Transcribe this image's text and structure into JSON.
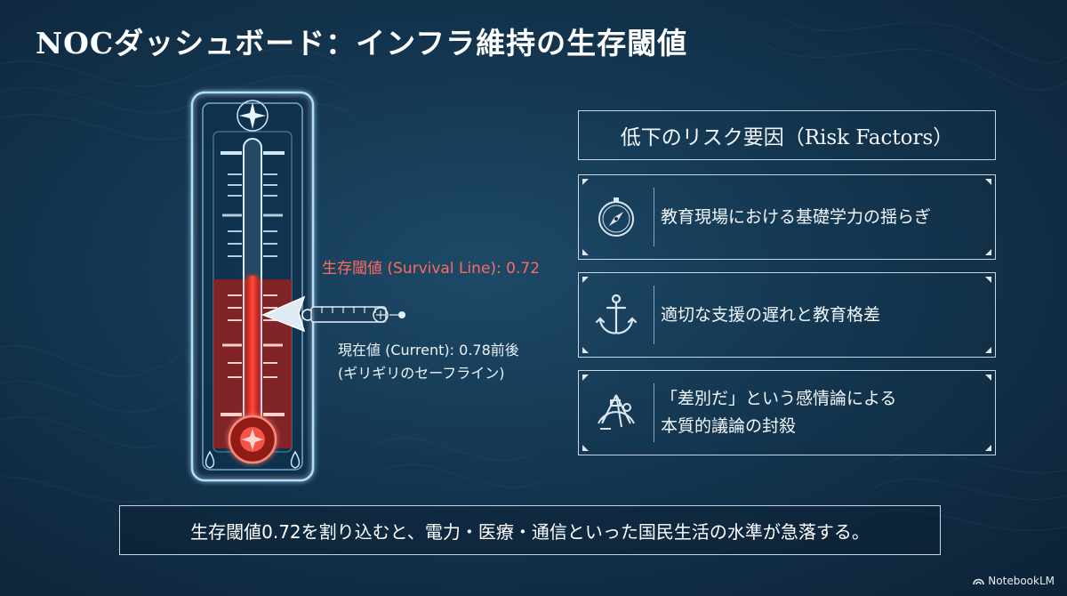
{
  "title": "NOCダッシュボード：インフラ維持の生存閾値",
  "thermometer": {
    "survival_label": "生存閾値 (Survival Line): 0.72",
    "survival_threshold": 0.72,
    "current_label_line1": "現在値 (Current): 0.78前後",
    "current_label_line2": "(ギリギリのセーフライン)",
    "current_value": 0.78
  },
  "risk_panel": {
    "header": "低下のリスク要因（Risk Factors）",
    "items": [
      {
        "icon": "compass-icon",
        "text": "教育現場における基礎学力の揺らぎ"
      },
      {
        "icon": "anchor-icon",
        "text": "適切な支援の遅れと教育格差"
      },
      {
        "icon": "sextant-icon",
        "text": "「差別だ」という感情論による\n本質的議論の封殺"
      }
    ]
  },
  "bottom_banner": "生存閾値0.72を割り込むと、電力・医療・通信といった国民生活の水準が急落する。",
  "brand": "NotebookLM",
  "colors": {
    "background": "#143650",
    "accent_red": "#ff5a4d",
    "frame": "#c7d6e2",
    "glow": "#9fd4ff"
  }
}
